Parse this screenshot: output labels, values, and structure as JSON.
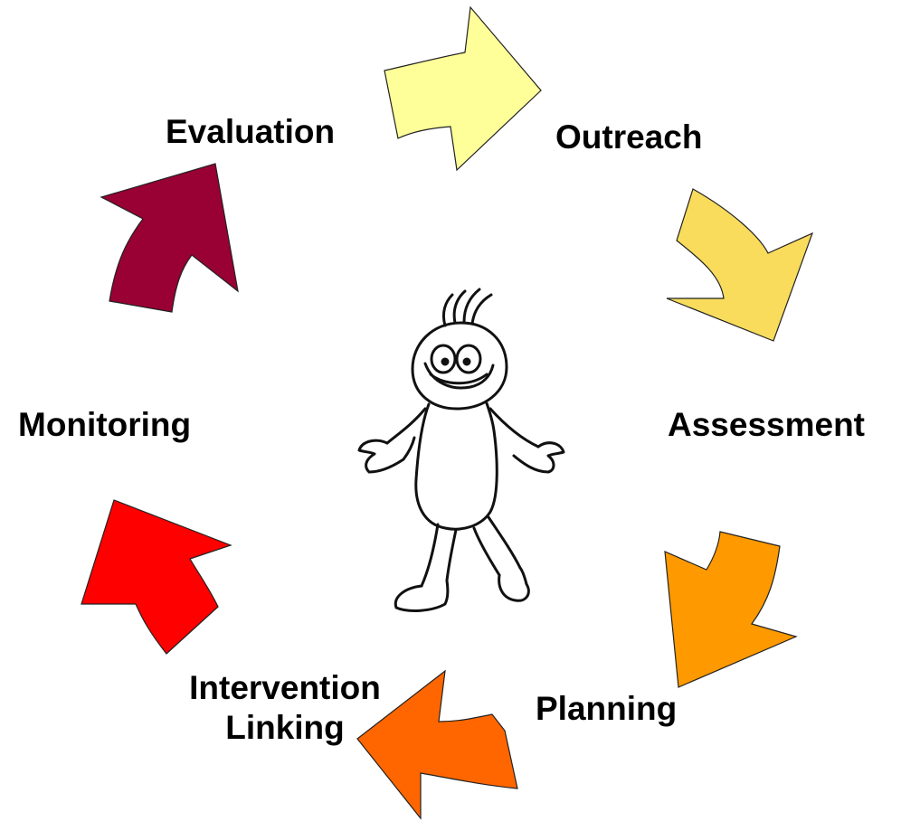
{
  "steps": [
    {
      "label": "Outreach",
      "color": "#FFFF99"
    },
    {
      "label": "Assessment",
      "color": "#F9DC5C"
    },
    {
      "label": "Planning",
      "color": "#FF9900"
    },
    {
      "label_line1": "Intervention",
      "label_line2": "Linking",
      "color": "#FF6600"
    },
    {
      "label": "Monitoring",
      "color": "#FF0000"
    },
    {
      "label": "Evaluation",
      "color": "#990033"
    }
  ],
  "center_icon": "smiling-stick-figure"
}
